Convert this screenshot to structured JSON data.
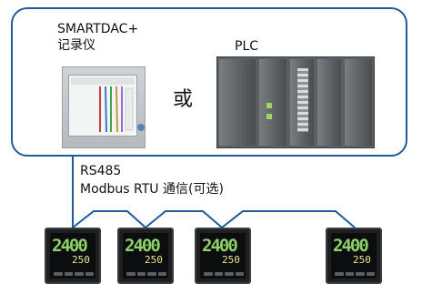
{
  "labels": {
    "smartdac_line1": "SMARTDAC+",
    "smartdac_line2": "记录仪",
    "or": "或",
    "plc": "PLC",
    "rs485": "RS485",
    "modbus": "Modbus RTU 通信(可选)"
  },
  "controllers": [
    {
      "display": "2400",
      "sub": "250"
    },
    {
      "display": "2400",
      "sub": "250"
    },
    {
      "display": "2400",
      "sub": "250"
    },
    {
      "display": "2400",
      "sub": "250"
    }
  ],
  "colors": {
    "frame": "#1f5b9b",
    "bus": "#1f5b9b",
    "display_green": "#8fcf6a"
  }
}
